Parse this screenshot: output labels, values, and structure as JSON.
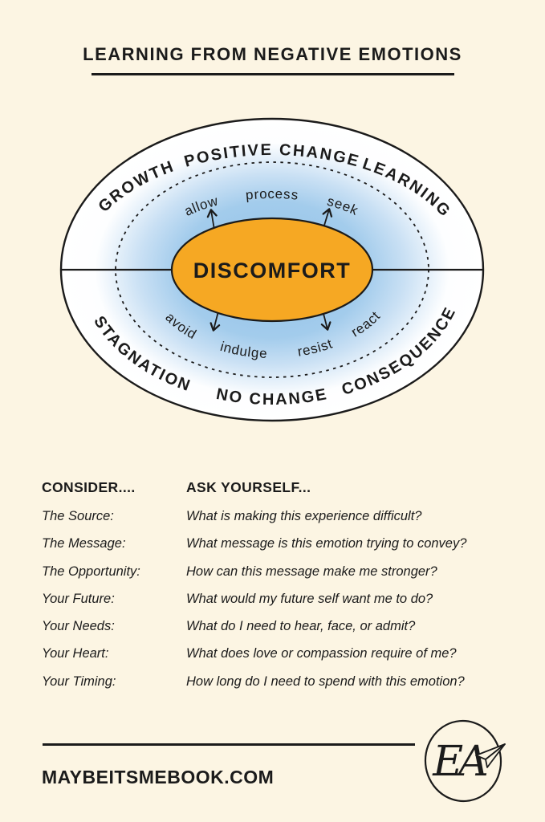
{
  "page": {
    "background_color": "#FCF5E3",
    "ink_color": "#1B1B1B"
  },
  "header": {
    "title": "LEARNING FROM NEGATIVE EMOTIONS"
  },
  "diagram": {
    "center_label": "DISCOMFORT",
    "outer_top_labels": [
      "GROWTH",
      "POSITIVE CHANGE",
      "LEARNING"
    ],
    "outer_bottom_labels": [
      "STAGNATION",
      "NO CHANGE",
      "CONSEQUENCE"
    ],
    "inner_top_labels": [
      "allow",
      "process",
      "seek"
    ],
    "inner_bottom_labels": [
      "avoid",
      "indulge",
      "resist",
      "react"
    ],
    "colors": {
      "discomfort_fill": "#F6A823",
      "glow_blue": "#9CC7EA",
      "outline": "#1B1B1B"
    }
  },
  "consider_table": {
    "header_left": "CONSIDER....",
    "header_right": "ASK YOURSELF...",
    "rows": [
      {
        "label": "The Source:",
        "question": "What is making this experience difficult?"
      },
      {
        "label": "The Message:",
        "question": "What message is this emotion trying to convey?"
      },
      {
        "label": "The Opportunity:",
        "question": "How can this message make me stronger?"
      },
      {
        "label": "Your Future:",
        "question": "What would my future self want me to do?"
      },
      {
        "label": "Your Needs:",
        "question": "What do I need to hear, face, or admit?"
      },
      {
        "label": "Your Heart:",
        "question": "What does love or compassion require of me?"
      },
      {
        "label": "Your Timing:",
        "question": "How long do I need to spend with this emotion?"
      }
    ]
  },
  "footer": {
    "website": "MAYBEITSMEBOOK.COM",
    "logo_initials": "EA"
  }
}
